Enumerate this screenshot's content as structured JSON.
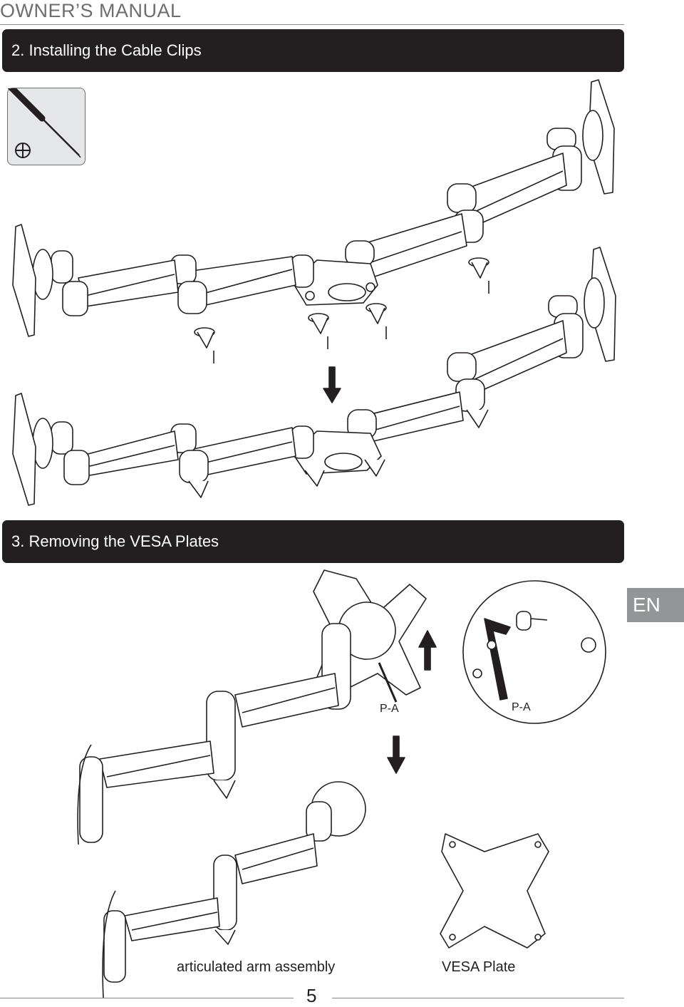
{
  "header": {
    "title": "OWNER’S MANUAL"
  },
  "sections": [
    {
      "title": "2. Installing the Cable Clips"
    },
    {
      "title": "3. Removing the VESA Plates"
    }
  ],
  "language_tab": "EN",
  "callouts": {
    "pa_left": "P-A",
    "pa_right": "P-A"
  },
  "captions": {
    "arm": "articulated arm assembly",
    "plate": "VESA Plate"
  },
  "tool": {
    "icon": "phillips-screwdriver-icon",
    "symbol": "⊕"
  },
  "page_number": "5"
}
